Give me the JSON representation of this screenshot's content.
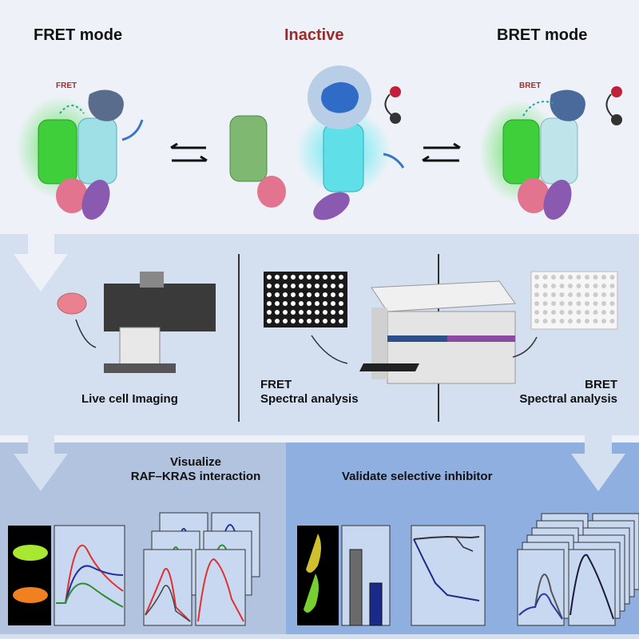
{
  "top": {
    "fret_mode_title": "FRET mode",
    "inactive_title": "Inactive",
    "bret_mode_title": "BRET mode",
    "fret_tag": "FRET",
    "bret_tag": "BRET"
  },
  "middle": {
    "live_cell_label": "Live cell Imaging",
    "fret_label_line1": "FRET",
    "fret_label_line2": "Spectral analysis",
    "bret_label_line1": "BRET",
    "bret_label_line2": "Spectral analysis"
  },
  "bottom": {
    "left_title_line1": "Visualize",
    "left_title_line2": "RAF–KRAS interaction",
    "right_title": "Validate selective inhibitor"
  },
  "colors": {
    "inactive": "#9b2b2b",
    "top_bg": "#eef2f8",
    "middle_bg": "#d4dff0",
    "bottom_left_bg": "#b2c3df",
    "bottom_right_bg": "#8fafe0"
  }
}
